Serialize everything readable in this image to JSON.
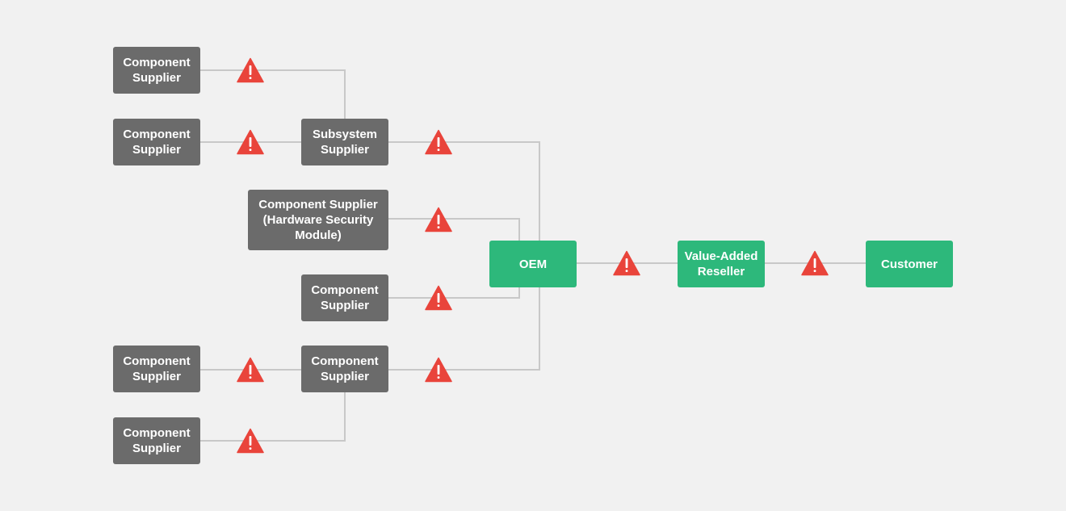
{
  "diagram": {
    "nodes": {
      "cs_a": "Component\nSupplier",
      "cs_b": "Component\nSupplier",
      "subsystem": "Subsystem\nSupplier",
      "hsm": "Component Supplier\n(Hardware Security\nModule)",
      "cs_mid": "Component\nSupplier",
      "cs_c": "Component\nSupplier",
      "cs_lower": "Component\nSupplier",
      "cs_d": "Component\nSupplier",
      "oem": "OEM",
      "var": "Value-Added\nReseller",
      "customer": "Customer"
    },
    "icons": {
      "risk": "warning-triangle-icon"
    },
    "colors": {
      "background": "#f1f1f1",
      "supplier_box": "#6b6b6b",
      "endpoint_box": "#2db87b",
      "connector": "#c8c8c8",
      "warning": "#e9443b"
    }
  }
}
